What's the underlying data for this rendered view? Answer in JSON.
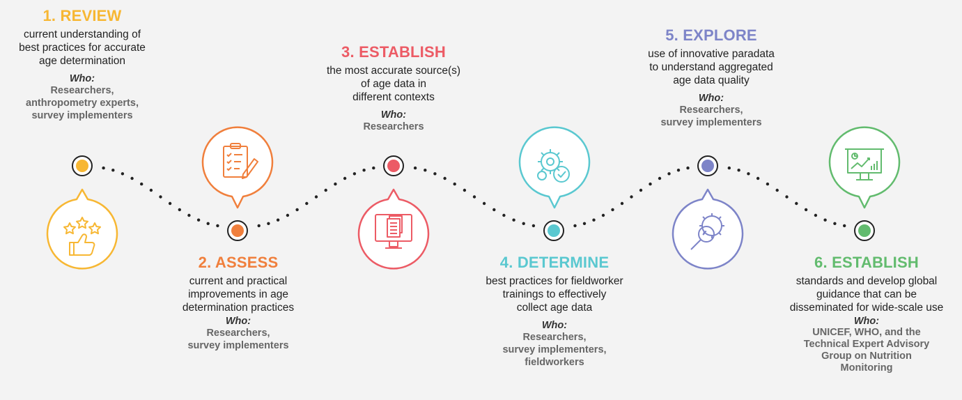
{
  "steps": [
    {
      "title": "1. REVIEW",
      "desc": [
        "current understanding of",
        "best practices for accurate",
        "age determination"
      ],
      "who_label": "Who:",
      "who": [
        "Researchers,",
        "anthropometry experts,",
        "survey implementers"
      ],
      "color": "#f7b733",
      "icon": "thumbs-up-stars-icon"
    },
    {
      "title": "2. ASSESS",
      "desc": [
        "current and practical",
        "improvements in age",
        "determination practices"
      ],
      "who_label": "Who:",
      "who": [
        "Researchers,",
        "survey implementers"
      ],
      "color": "#f07f3c",
      "icon": "clipboard-pencil-icon"
    },
    {
      "title": "3. ESTABLISH",
      "desc": [
        "the most accurate source(s)",
        "of age data in",
        "different contexts"
      ],
      "who_label": "Who:",
      "who": [
        "Researchers"
      ],
      "color": "#ec5b65",
      "icon": "monitor-documents-icon"
    },
    {
      "title": "4. DETERMINE",
      "desc": [
        "best practices for fieldworker",
        "trainings to effectively",
        "collect age data"
      ],
      "who_label": "Who:",
      "who": [
        "Researchers,",
        "survey implementers,",
        "fieldworkers"
      ],
      "color": "#5ac8d0",
      "icon": "gears-check-icon"
    },
    {
      "title": "5. EXPLORE",
      "desc": [
        "use of innovative paradata",
        "to understand aggregated",
        "age data quality"
      ],
      "who_label": "Who:",
      "who": [
        "Researchers,",
        "survey implementers"
      ],
      "color": "#7d84c8",
      "icon": "gear-magnifier-icon"
    },
    {
      "title": "6. ESTABLISH",
      "desc": [
        "standards and develop global",
        "guidance that can be",
        "disseminated for wide-scale use"
      ],
      "who_label": "Who:",
      "who": [
        "UNICEF, WHO, and the",
        "Technical Expert Advisory",
        "Group on Nutrition",
        "Monitoring"
      ],
      "color": "#62bb6e",
      "icon": "presentation-chart-icon"
    }
  ]
}
